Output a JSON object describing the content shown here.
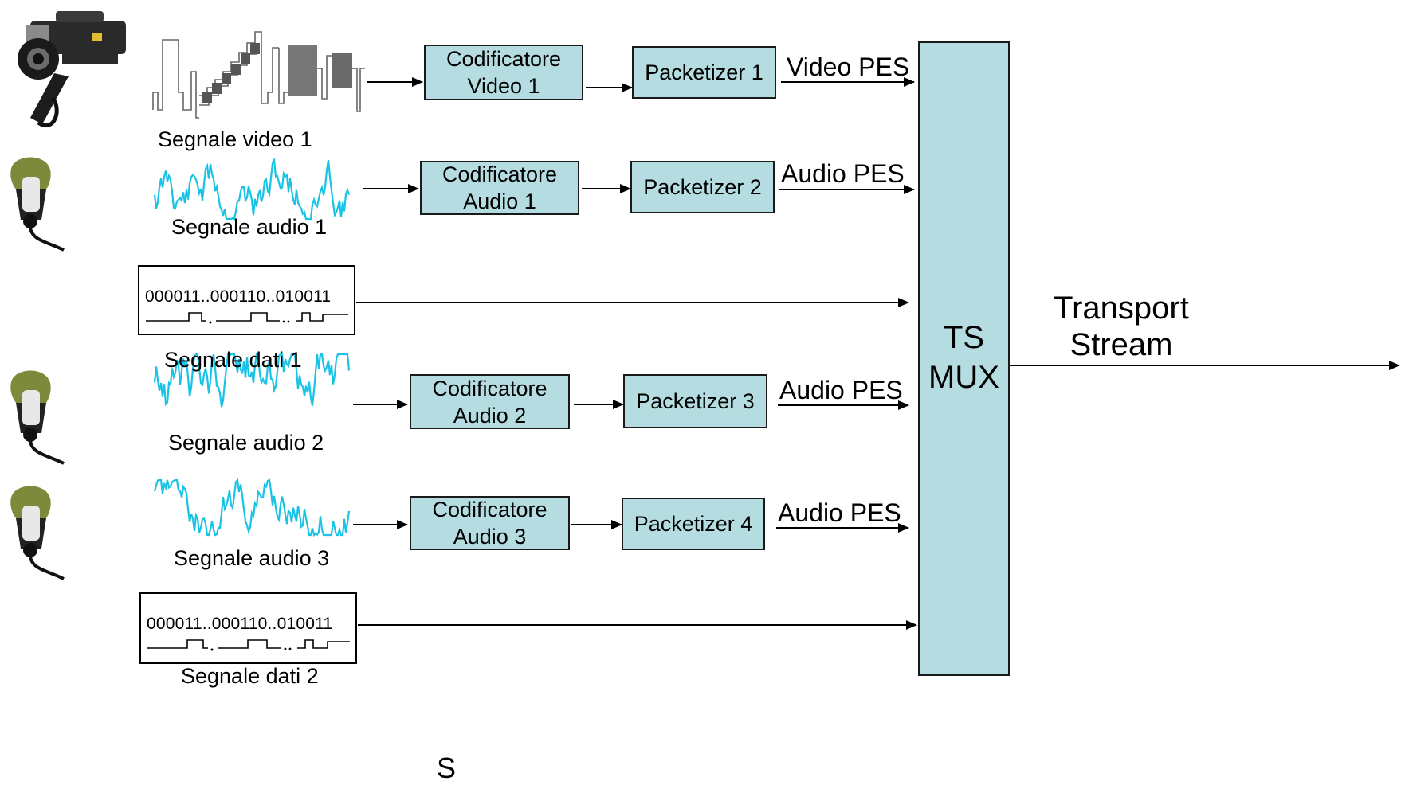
{
  "diagram": {
    "channels": [
      {
        "kind": "video",
        "signal_label": "Segnale video 1",
        "encoder": [
          "Codificatore",
          "Video 1"
        ],
        "packetizer": "Packetizer 1",
        "pes": "Video PES"
      },
      {
        "kind": "audio",
        "signal_label": "Segnale audio 1",
        "encoder": [
          "Codificatore",
          "Audio 1"
        ],
        "packetizer": "Packetizer 2",
        "pes": "Audio PES"
      },
      {
        "kind": "data",
        "signal_label": "Segnale dati 1",
        "bits": "000011..000110..010011"
      },
      {
        "kind": "audio",
        "signal_label": "Segnale audio 2",
        "encoder": [
          "Codificatore",
          "Audio 2"
        ],
        "packetizer": "Packetizer 3",
        "pes": "Audio PES"
      },
      {
        "kind": "audio",
        "signal_label": "Segnale audio 3",
        "encoder": [
          "Codificatore",
          "Audio 3"
        ],
        "packetizer": "Packetizer 4",
        "pes": "Audio PES"
      },
      {
        "kind": "data",
        "signal_label": "Segnale dati 2",
        "bits": "000011..000110..010011"
      }
    ],
    "mux": [
      "TS",
      "MUX"
    ],
    "output": [
      "Transport",
      "Stream"
    ],
    "bottom_fragment": "S",
    "icons": [
      "video-camera-icon",
      "microphone-icon"
    ],
    "colors": {
      "box_fill": "#b5dde1",
      "audio_wave": "#19c3e6",
      "line": "#000000"
    }
  }
}
